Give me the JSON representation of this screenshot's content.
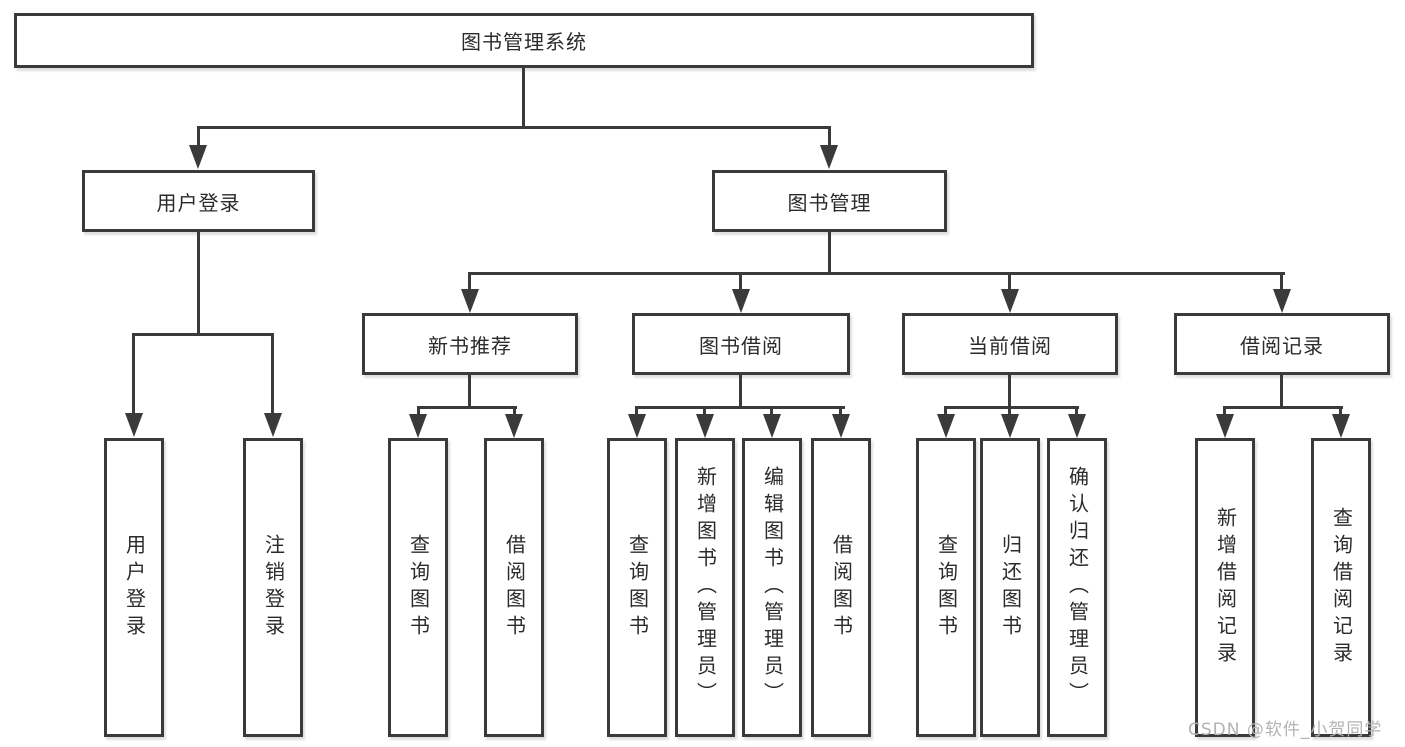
{
  "tree": {
    "root": {
      "label": "图书管理系统"
    },
    "level2": [
      {
        "label": "用户登录"
      },
      {
        "label": "图书管理"
      }
    ],
    "level3": [
      {
        "label": "新书推荐"
      },
      {
        "label": "图书借阅"
      },
      {
        "label": "当前借阅"
      },
      {
        "label": "借阅记录"
      }
    ],
    "leaves": [
      {
        "label": "用户登录"
      },
      {
        "label": "注销登录"
      },
      {
        "label": "查询图书"
      },
      {
        "label": "借阅图书"
      },
      {
        "label": "查询图书"
      },
      {
        "label": "新增图书（管理员）"
      },
      {
        "label": "编辑图书（管理员）"
      },
      {
        "label": "借阅图书"
      },
      {
        "label": "查询图书"
      },
      {
        "label": "归还图书"
      },
      {
        "label": "确认归还（管理员）"
      },
      {
        "label": "新增借阅记录"
      },
      {
        "label": "查询借阅记录"
      }
    ]
  },
  "watermark": "CSDN @软件_小贺同学",
  "colors": {
    "line": "#3a3a3a",
    "text": "#2b2b2b",
    "watermark": "#b3b3b3",
    "background": "#ffffff"
  }
}
